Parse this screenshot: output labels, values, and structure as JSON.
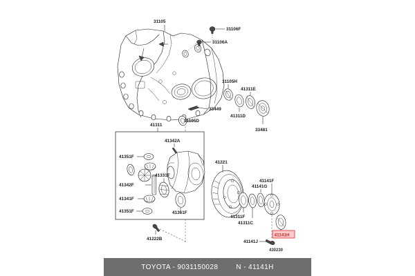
{
  "document": {
    "type": "parts-diagram",
    "drawing_code": "430230"
  },
  "caption": {
    "brand_part": "TOYOTA - 9031150028",
    "reference": "N - 41141H"
  },
  "highlight": {
    "label": "41141H",
    "fill_color": "#ffc9c9",
    "border_color": "#e03131",
    "text_color": "#c92a2a"
  },
  "callouts": {
    "housing": [
      {
        "id": "c-31105",
        "label": "31105"
      },
      {
        "id": "c-31106F",
        "label": "31106F"
      },
      {
        "id": "c-31106A",
        "label": "31106A"
      },
      {
        "id": "c-31105H",
        "label": "31105H"
      },
      {
        "id": "c-41311E",
        "label": "41311E"
      },
      {
        "id": "c-41311D",
        "label": "41311D"
      },
      {
        "id": "c-33481",
        "label": "33481"
      },
      {
        "id": "c-33449",
        "label": "33449"
      },
      {
        "id": "c-31105D",
        "label": "31105D"
      },
      {
        "id": "c-41311",
        "label": "41311"
      }
    ],
    "differential_box": [
      {
        "id": "c-41342A",
        "label": "41342A"
      },
      {
        "id": "c-41351F-1",
        "label": "41351F"
      },
      {
        "id": "c-41331F",
        "label": "41331F"
      },
      {
        "id": "c-41342F",
        "label": "41342F"
      },
      {
        "id": "c-41341F",
        "label": "41341F"
      },
      {
        "id": "c-41351F-2",
        "label": "41351F"
      },
      {
        "id": "c-41361F",
        "label": "41361F"
      },
      {
        "id": "c-41222B",
        "label": "41222B"
      }
    ],
    "ring_gear": [
      {
        "id": "c-41221",
        "label": "41221"
      },
      {
        "id": "c-41311F",
        "label": "41311F"
      },
      {
        "id": "c-41311C",
        "label": "41311C"
      },
      {
        "id": "c-41141G",
        "label": "41141G"
      },
      {
        "id": "c-41141F",
        "label": "41141F"
      },
      {
        "id": "c-41141J",
        "label": "41141J"
      }
    ]
  }
}
